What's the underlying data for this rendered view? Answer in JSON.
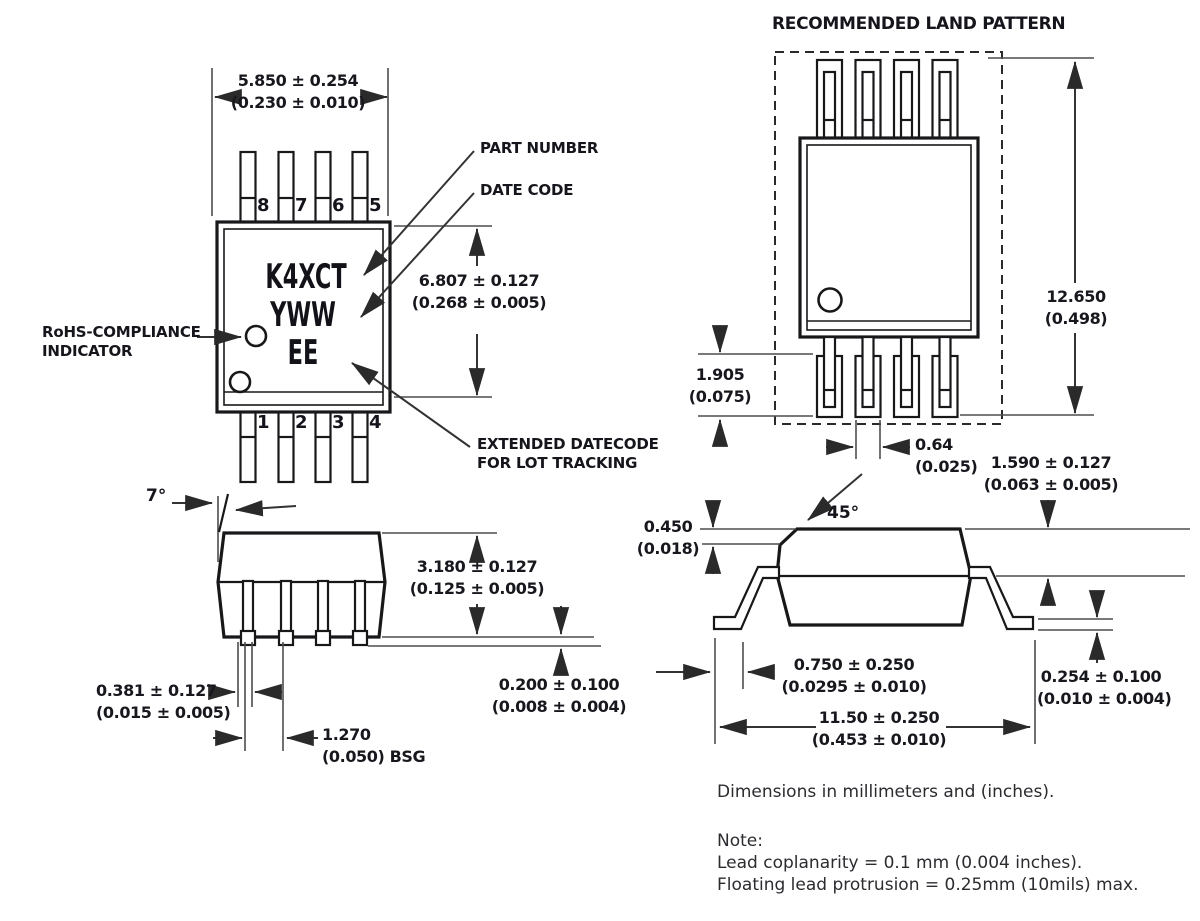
{
  "top_view": {
    "dim_width": {
      "mm": "5.850 ± 0.254",
      "in": "(0.230 ± 0.010)"
    },
    "dim_height": {
      "mm": "6.807 ± 0.127",
      "in": "(0.268 ± 0.005)"
    },
    "pins_top": [
      "8",
      "7",
      "6",
      "5"
    ],
    "pins_bottom": [
      "1",
      "2",
      "3",
      "4"
    ],
    "marking": {
      "line1": "K4XCT",
      "line2": "YWW",
      "line3": "EE"
    },
    "labels": {
      "part_number": "PART NUMBER",
      "date_code": "DATE CODE",
      "rohs_line1": "RoHS-COMPLIANCE",
      "rohs_line2": "INDICATOR",
      "extended_line1": "EXTENDED DATECODE",
      "extended_line2": "FOR LOT TRACKING"
    }
  },
  "side_view_left": {
    "angle": "7°",
    "dim_body_height": {
      "mm": "3.180 ± 0.127",
      "in": "(0.125 ± 0.005)"
    },
    "dim_lead_width": {
      "mm": "0.381 ± 0.127",
      "in": "(0.015 ± 0.005)"
    },
    "dim_pitch": {
      "mm": "1.270",
      "in": "(0.050) BSG"
    },
    "dim_standoff": {
      "mm": "0.200 ± 0.100",
      "in": "(0.008 ± 0.004)"
    }
  },
  "land_pattern": {
    "title": "RECOMMENDED LAND PATTERN",
    "dim_length": {
      "mm": "12.650",
      "in": "(0.498)"
    },
    "dim_pad_length": {
      "mm": "1.905",
      "in": "(0.075)"
    },
    "dim_pad_width": {
      "mm": "0.64",
      "in": "(0.025)"
    }
  },
  "side_view_right": {
    "angle": "45°",
    "dim_chamfer": {
      "mm": "0.450",
      "in": "(0.018)"
    },
    "dim_lead_height": {
      "mm": "1.590 ± 0.127",
      "in": "(0.063 ± 0.005)"
    },
    "dim_foot_length": {
      "mm": "0.750 ± 0.250",
      "in": "(0.0295 ± 0.010)"
    },
    "dim_lead_thickness": {
      "mm": "0.254 ± 0.100",
      "in": "(0.010 ± 0.004)"
    },
    "dim_overall": {
      "mm": "11.50 ± 0.250",
      "in": "(0.453 ± 0.010)"
    }
  },
  "notes": {
    "units": "Dimensions in millimeters and (inches).",
    "note_label": "Note:",
    "note1": "Lead coplanarity = 0.1 mm (0.004 inches).",
    "note2": "Floating lead protrusion = 0.25mm (10mils) max."
  },
  "colors": {
    "line": "#18181b",
    "dim_line": "#4d4d4d",
    "text": "#17171e"
  }
}
